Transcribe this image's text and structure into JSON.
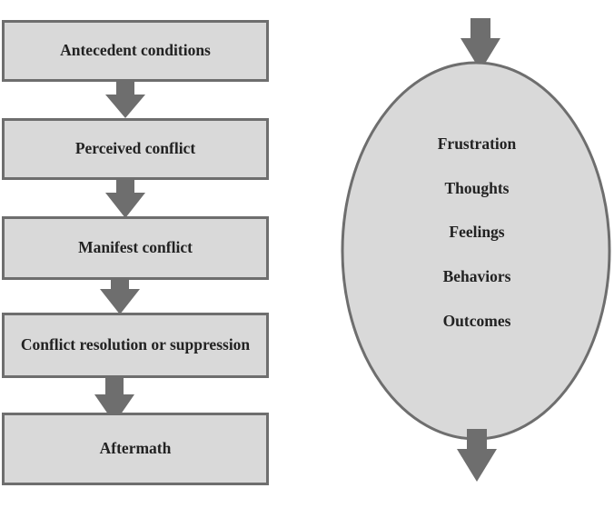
{
  "flow": {
    "stages": [
      {
        "label": "Antecedent conditions"
      },
      {
        "label": "Perceived conflict"
      },
      {
        "label": "Manifest conflict"
      },
      {
        "label": "Conflict resolution or suppression"
      },
      {
        "label": "Aftermath"
      }
    ]
  },
  "ellipse": {
    "items": [
      "Frustration",
      "Thoughts",
      "Feelings",
      "Behaviors",
      "Outcomes"
    ]
  },
  "colors": {
    "box_fill": "#d9d9d9",
    "box_border": "#6e6e6e",
    "arrow": "#6e6e6e",
    "ellipse_fill": "#d9d9d9",
    "text": "#222222"
  }
}
